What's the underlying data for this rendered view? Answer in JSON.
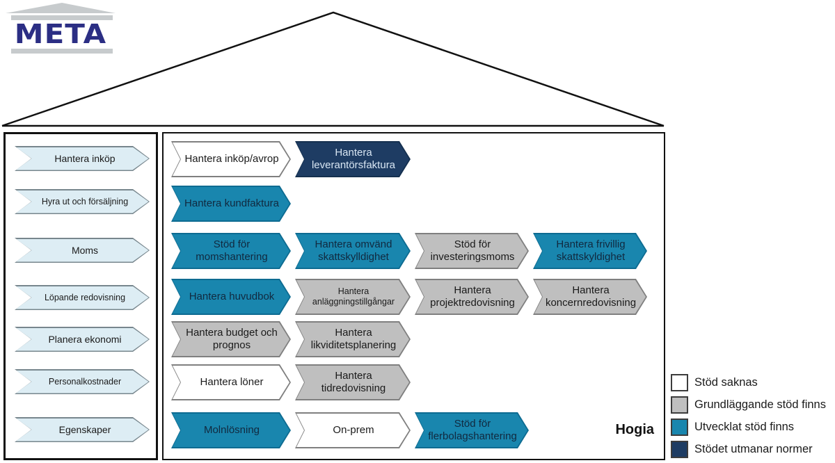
{
  "logo": {
    "text": "META"
  },
  "sidebar": {
    "items": [
      {
        "label": "Hantera inköp",
        "small": false
      },
      {
        "label": "Hyra ut och försäljning",
        "small": true
      },
      {
        "label": "Moms",
        "small": false
      },
      {
        "label": "Löpande redovisning",
        "small": true
      },
      {
        "label": "Planera ekonomi",
        "small": false
      },
      {
        "label": "Personalkostnader",
        "small": true
      },
      {
        "label": "Egenskaper",
        "small": false
      }
    ]
  },
  "main": {
    "rows": [
      {
        "items": [
          {
            "label": "Hantera inköp/avrop",
            "status": "white",
            "col": 0,
            "small": false
          },
          {
            "label": "Hantera leverantörsfaktura",
            "status": "navy",
            "col": 1,
            "small": false
          }
        ]
      },
      {
        "items": [
          {
            "label": "Hantera kundfaktura",
            "status": "teal",
            "col": 0,
            "small": false
          }
        ]
      },
      {
        "items": [
          {
            "label": "Stöd för momshantering",
            "status": "teal",
            "col": 0,
            "small": false
          },
          {
            "label": "Hantera omvänd skattskylldighet",
            "status": "teal",
            "col": 1,
            "small": false
          },
          {
            "label": "Stöd för investeringsmoms",
            "status": "gray",
            "col": 2,
            "small": false
          },
          {
            "label": "Hantera frivillig skattskyldighet",
            "status": "teal",
            "col": 3,
            "small": false
          }
        ]
      },
      {
        "items": [
          {
            "label": "Hantera huvudbok",
            "status": "teal",
            "col": 0,
            "small": false
          },
          {
            "label": "Hantera anläggningstillgångar",
            "status": "gray",
            "col": 1,
            "small": true
          },
          {
            "label": "Hantera projektredovisning",
            "status": "gray",
            "col": 2,
            "small": false
          },
          {
            "label": "Hantera koncernredovisning",
            "status": "gray",
            "col": 3,
            "small": false
          }
        ]
      },
      {
        "items": [
          {
            "label": "Hantera budget och prognos",
            "status": "gray",
            "col": 0,
            "small": false
          },
          {
            "label": "Hantera likviditetsplanering",
            "status": "gray",
            "col": 1,
            "small": false
          }
        ]
      },
      {
        "items": [
          {
            "label": "Hantera löner",
            "status": "white",
            "col": 0,
            "small": false
          },
          {
            "label": "Hantera tidredovisning",
            "status": "gray",
            "col": 1,
            "small": false
          }
        ]
      },
      {
        "items": [
          {
            "label": "Molnlösning",
            "status": "teal",
            "col": 0,
            "small": false
          },
          {
            "label": "On-prem",
            "status": "white",
            "col": 1,
            "small": false
          },
          {
            "label": "Stöd för flerbolagshantering",
            "status": "teal",
            "col": 2,
            "small": false
          }
        ]
      }
    ],
    "vendor": "Hogia"
  },
  "legend": {
    "items": [
      {
        "label": "Stöd saknas",
        "status": "white"
      },
      {
        "label": "Grundläggande stöd finns",
        "status": "gray"
      },
      {
        "label": "Utvecklat stöd finns",
        "status": "teal"
      },
      {
        "label": "Stödet utmanar normer",
        "status": "navy"
      }
    ]
  },
  "statuses": {
    "white": {
      "fill": "#ffffff",
      "border": "#7f7f7f",
      "text": "#1a1a1a"
    },
    "gray": {
      "fill": "#bfbfbf",
      "border": "#7f7f7f",
      "text": "#1a1a1a"
    },
    "teal": {
      "fill": "#1986ae",
      "border": "#0d6b91",
      "text": "#11293f"
    },
    "navy": {
      "fill": "#1e3c63",
      "border": "#15304f",
      "text": "#d8e6f3"
    }
  }
}
